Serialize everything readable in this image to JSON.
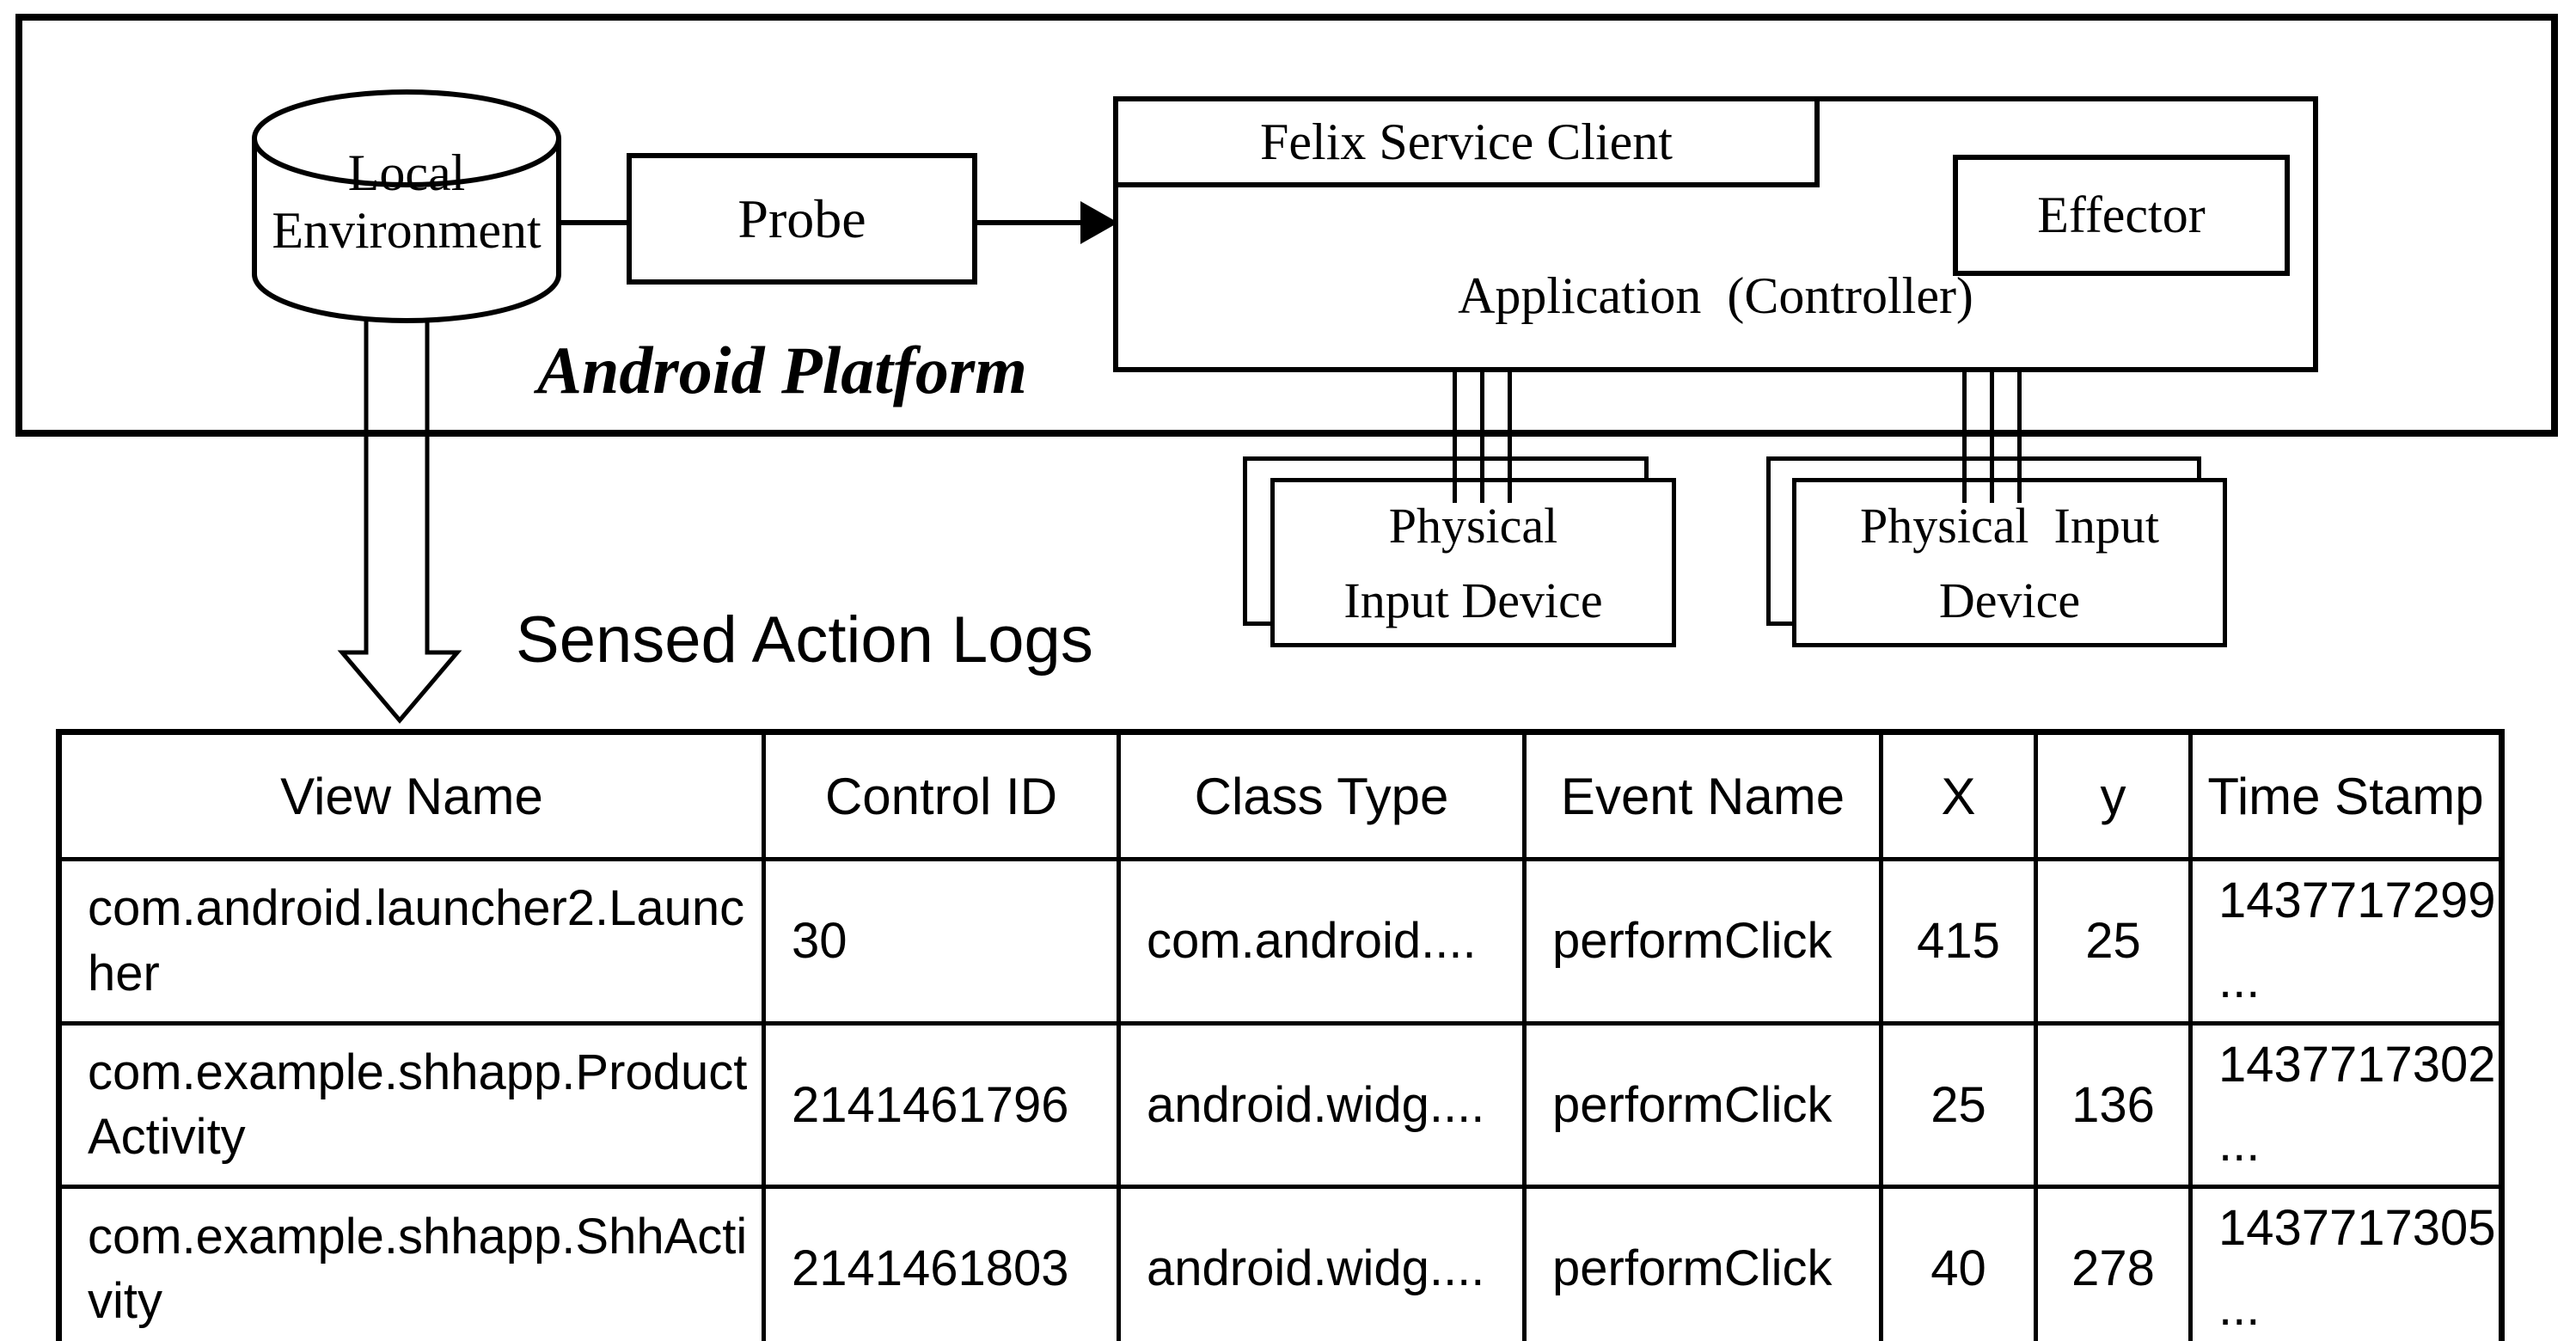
{
  "colors": {
    "ink": "#000000",
    "background": "#ffffff"
  },
  "diagram": {
    "platform_label": "Android Platform",
    "local_environment_label": "Local\nEnvironment",
    "probe_label": "Probe",
    "felix_label": "Felix Service Client",
    "application_label": "Application  (Controller)",
    "effector_label": "Effector",
    "physical_device_left_label": "Physical\nInput Device",
    "physical_device_right_label": "Physical  Input\nDevice",
    "sensed_logs_label": "Sensed Action Logs"
  },
  "table": {
    "headers": [
      "View Name",
      "Control ID",
      "Class Type",
      "Event Name",
      "X",
      "y",
      "Time Stamp"
    ],
    "rows": [
      [
        "com.android.launcher2.Launc\nher",
        "30",
        "com.android....",
        "performClick",
        "415",
        "25",
        "1437717299\n..."
      ],
      [
        "com.example.shhapp.Product\nActivity",
        "2141461796",
        "android.widg....",
        "performClick",
        "25",
        "136",
        "1437717302\n..."
      ],
      [
        "com.example.shhapp.ShhActi\nvity",
        "2141461803",
        "android.widg....",
        "performClick",
        "40",
        "278",
        "1437717305\n..."
      ]
    ]
  }
}
